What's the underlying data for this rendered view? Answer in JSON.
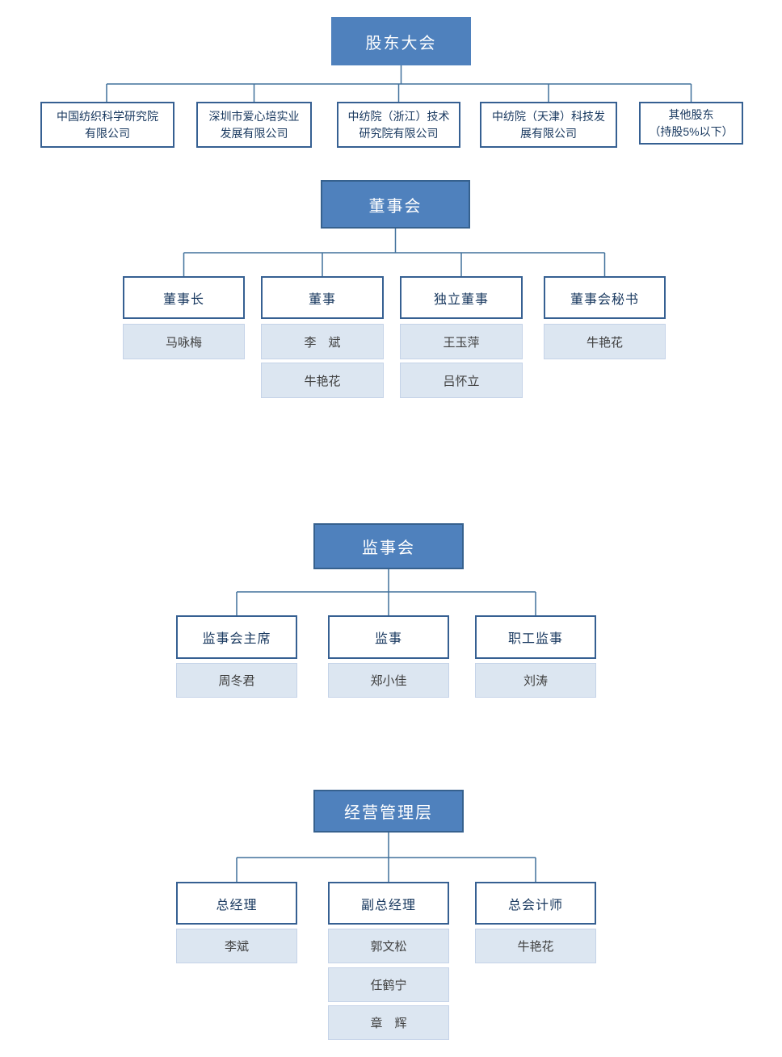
{
  "colors": {
    "header_fill": "#4F81BD",
    "header_border": "#36618E",
    "header_text": "#FFFFFF",
    "position_border": "#366092",
    "position_text": "#17375E",
    "name_fill": "#DCE6F1",
    "name_border": "#C5D3E8",
    "name_text": "#404040",
    "connector_line": "#41719C"
  },
  "org_chart": {
    "sections": [
      {
        "header": "股东大会",
        "children": [
          {
            "title": "中国纺织科学研究院\n有限公司"
          },
          {
            "title": "深圳市爱心培实业\n发展有限公司"
          },
          {
            "title": "中纺院（浙江）技术\n研究院有限公司"
          },
          {
            "title": "中纺院（天津）科技发\n展有限公司"
          },
          {
            "title": "其他股东\n（持股5%以下）"
          }
        ]
      },
      {
        "header": "董事会",
        "children": [
          {
            "title": "董事长",
            "names": [
              "马咏梅"
            ]
          },
          {
            "title": "董事",
            "names": [
              "李　斌",
              "牛艳花"
            ]
          },
          {
            "title": "独立董事",
            "names": [
              "王玉萍",
              "吕怀立"
            ]
          },
          {
            "title": "董事会秘书",
            "names": [
              "牛艳花"
            ]
          }
        ]
      },
      {
        "header": "监事会",
        "children": [
          {
            "title": "监事会主席",
            "names": [
              "周冬君"
            ]
          },
          {
            "title": "监事",
            "names": [
              "郑小佳"
            ]
          },
          {
            "title": "职工监事",
            "names": [
              "刘涛"
            ]
          }
        ]
      },
      {
        "header": "经营管理层",
        "children": [
          {
            "title": "总经理",
            "names": [
              "李斌"
            ]
          },
          {
            "title": "副总经理",
            "names": [
              "郭文松",
              "任鹤宁",
              "章　辉"
            ]
          },
          {
            "title": "总会计师",
            "names": [
              "牛艳花"
            ]
          }
        ]
      }
    ]
  }
}
